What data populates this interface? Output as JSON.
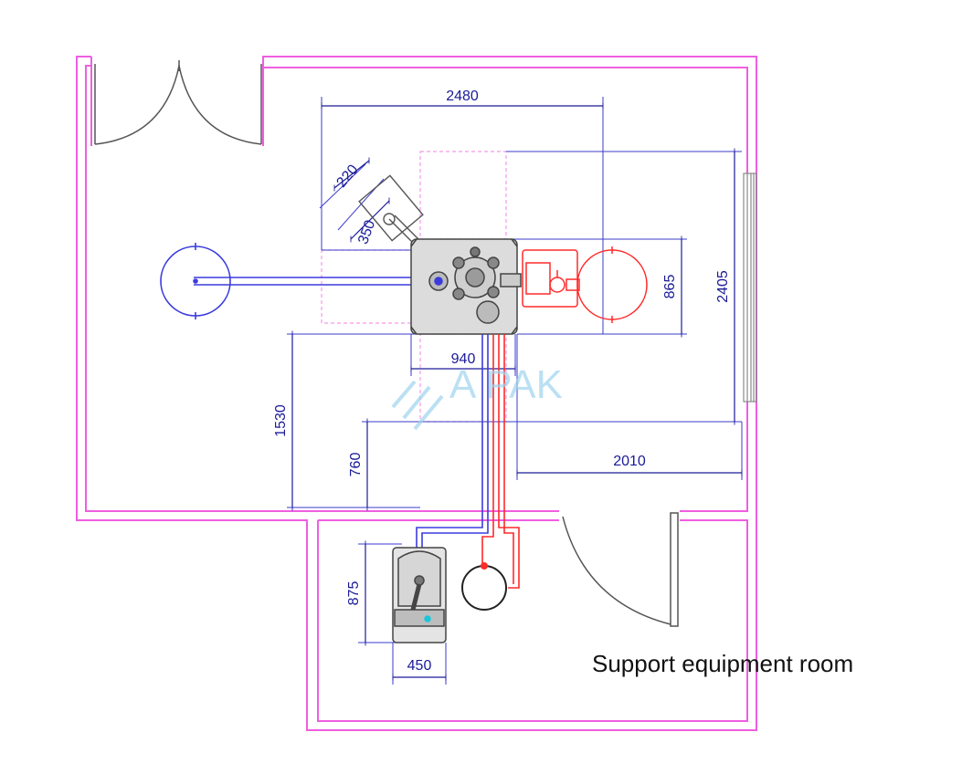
{
  "dimensions": {
    "top_width": "2480",
    "height_right": "2405",
    "machine_height": "865",
    "machine_width": "940",
    "offset_left": "1530",
    "offset_lower": "760",
    "offset_right": "2010",
    "arm_a": "220",
    "arm_b": "350",
    "unit_height": "875",
    "unit_width": "450"
  },
  "watermark": "A PAK",
  "room_label": "Support equipment room",
  "colors": {
    "wall": "#ef5ee0",
    "dimension": "#1a1a99",
    "equipment": "#444444",
    "red_equipment": "#ff2a2a",
    "blue_equipment": "#3b3bdd",
    "dashed": "#f29ae8",
    "watermark": "#9fd3ee"
  }
}
